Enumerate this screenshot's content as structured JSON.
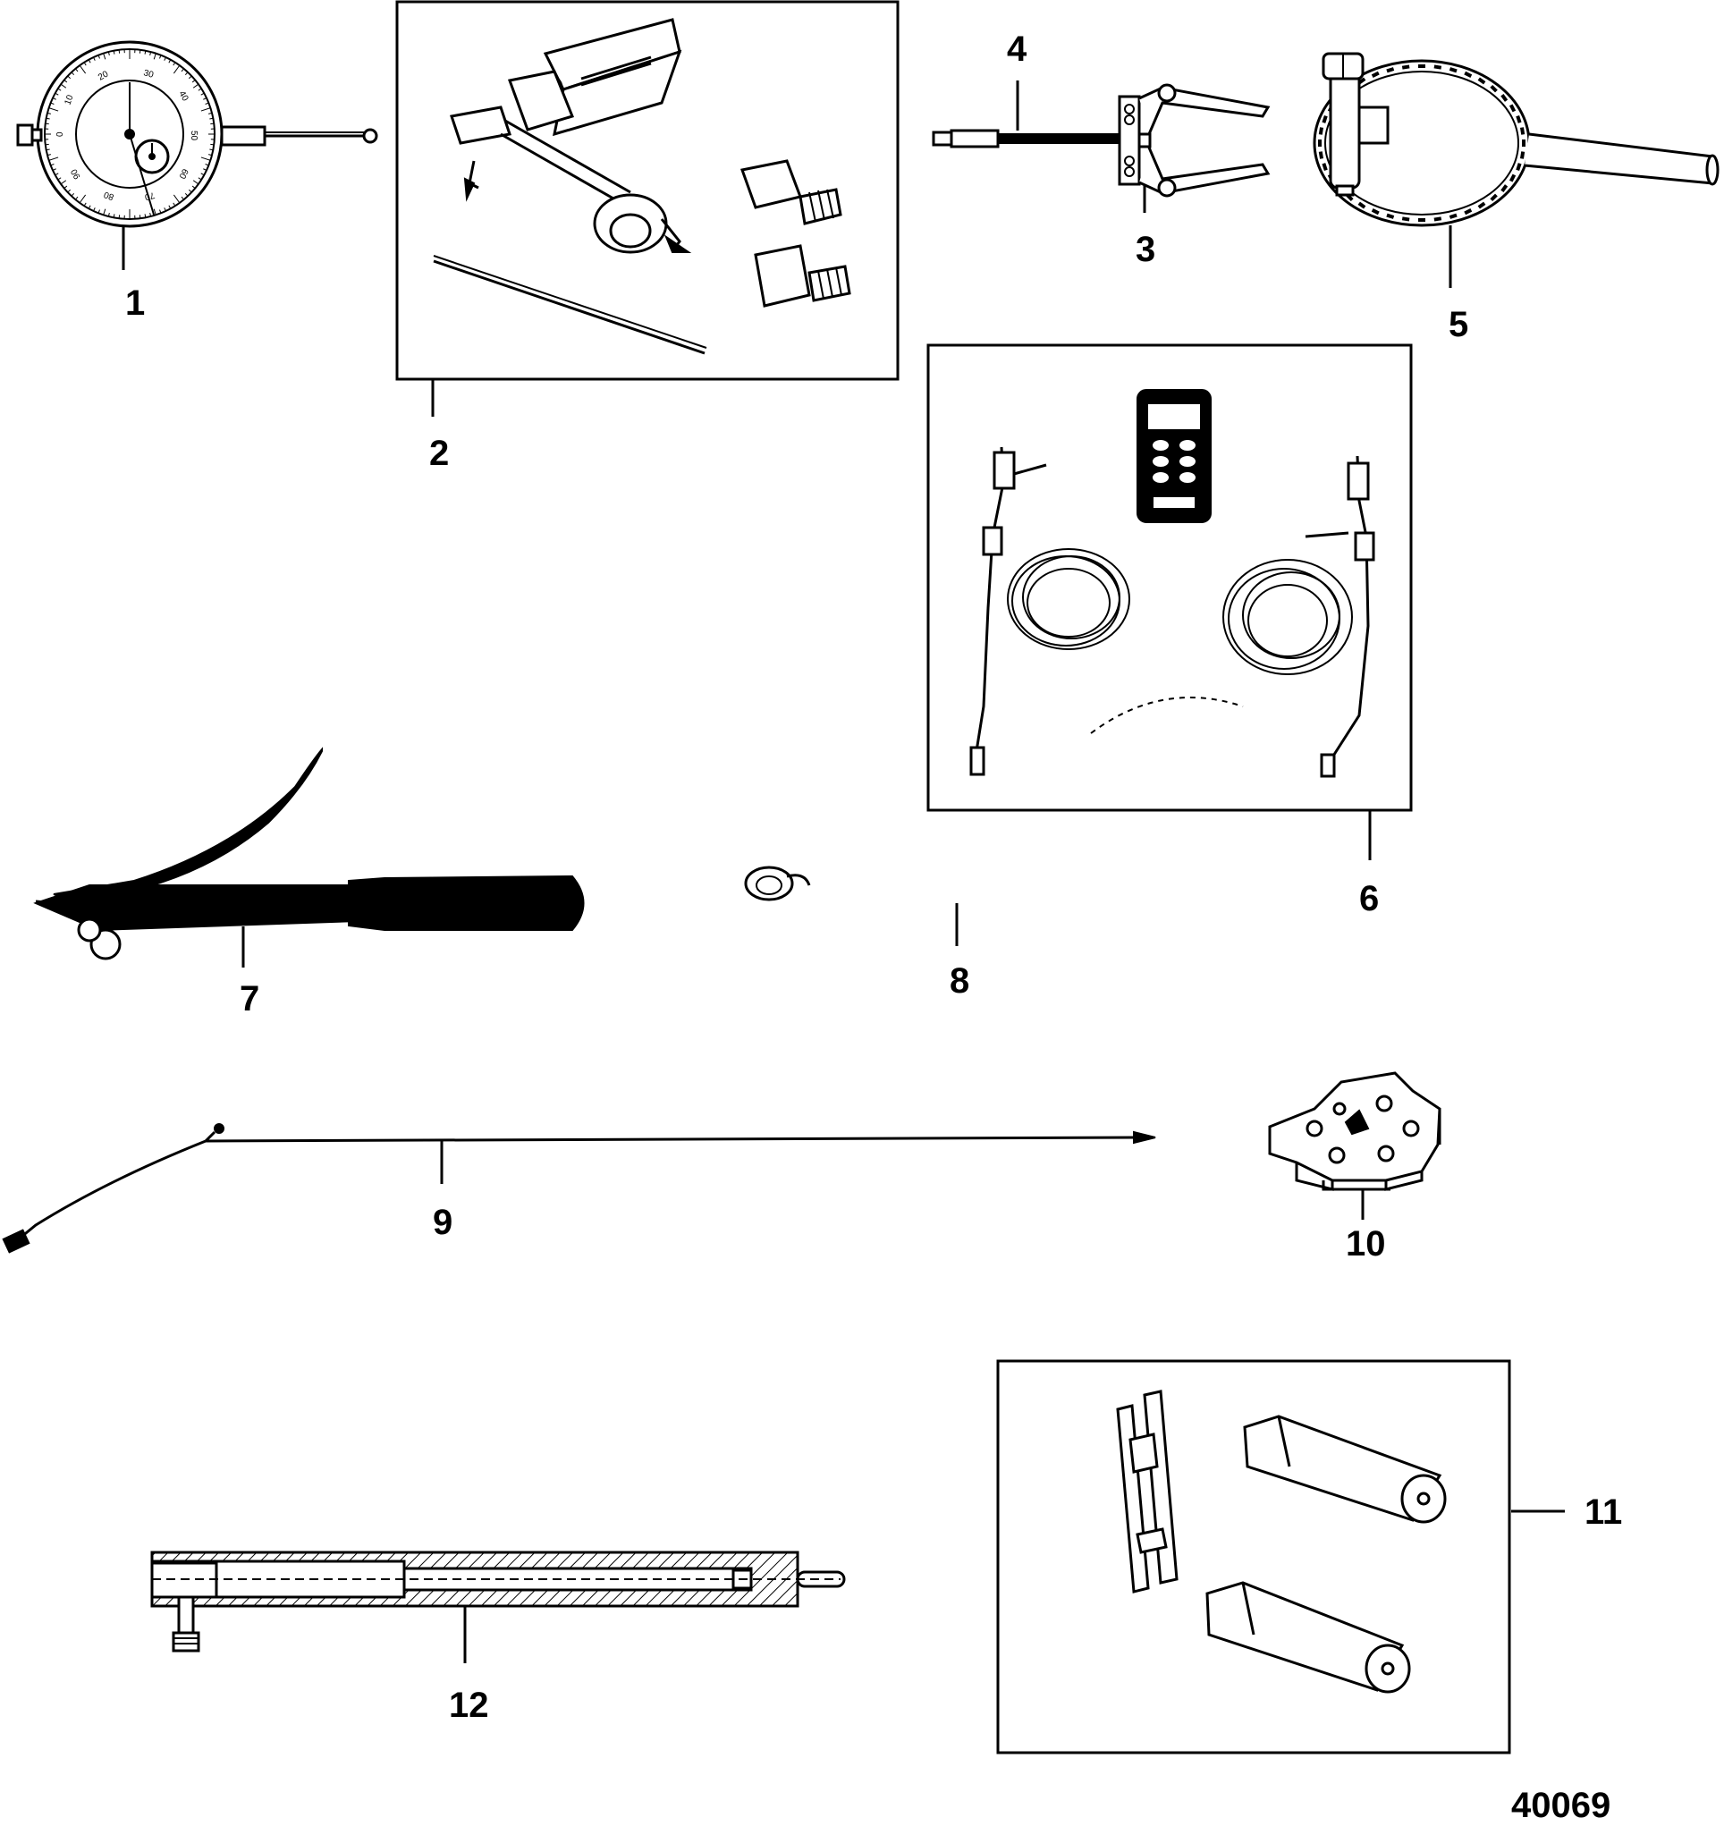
{
  "figure_id": "40069",
  "gauge_scale": [
    "0",
    "10",
    "20",
    "30",
    "40",
    "50",
    "60",
    "70",
    "80",
    "90"
  ],
  "callouts": [
    {
      "id": "c1",
      "label": "1",
      "desc": "dial indicator"
    },
    {
      "id": "c2",
      "label": "2",
      "desc": "dial indicator adaptor kit"
    },
    {
      "id": "c3",
      "label": "3",
      "desc": "puller jaws"
    },
    {
      "id": "c4",
      "label": "4",
      "desc": "puller bolt"
    },
    {
      "id": "c5",
      "label": "5",
      "desc": "hose clamp tool"
    },
    {
      "id": "c6",
      "label": "6",
      "desc": "digital pressure meter kit"
    },
    {
      "id": "c7",
      "label": "7",
      "desc": "hook tool"
    },
    {
      "id": "c8",
      "label": "8",
      "desc": "small part"
    },
    {
      "id": "c9",
      "label": "9",
      "desc": "wire harness lead"
    },
    {
      "id": "c10",
      "label": "10",
      "desc": "spanner nut wrench"
    },
    {
      "id": "c11",
      "label": "11",
      "desc": "driver kit"
    },
    {
      "id": "c12",
      "label": "12",
      "desc": "shaft tool"
    }
  ]
}
